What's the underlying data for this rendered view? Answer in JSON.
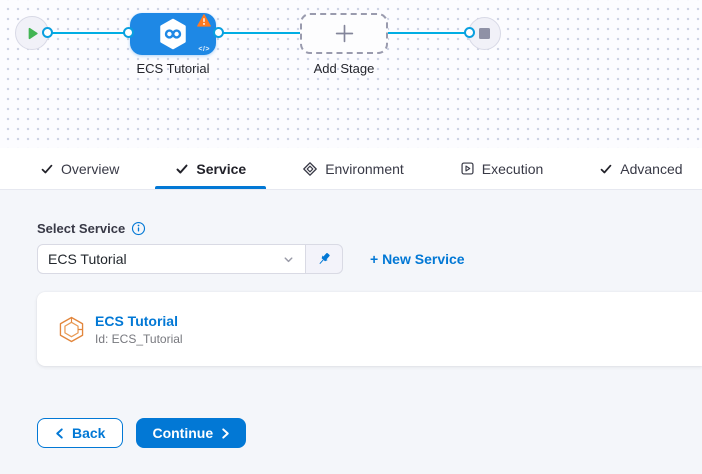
{
  "pipeline": {
    "stage_label": "ECS Tutorial",
    "add_stage_label": "Add Stage",
    "code_glyph": "</>"
  },
  "tabs": [
    {
      "label": "Overview",
      "icon": "check-icon",
      "active": false
    },
    {
      "label": "Service",
      "icon": "check-icon",
      "active": true
    },
    {
      "label": "Environment",
      "icon": "environment-icon",
      "active": false
    },
    {
      "label": "Execution",
      "icon": "execution-icon",
      "active": false
    },
    {
      "label": "Advanced",
      "icon": "check-icon",
      "active": false
    }
  ],
  "service_panel": {
    "label": "Select Service",
    "selected_service": "ECS Tutorial",
    "new_service_label": "+ New Service",
    "card": {
      "title": "ECS Tutorial",
      "id": "Id: ECS_Tutorial"
    }
  },
  "footer": {
    "back_label": "Back",
    "continue_label": "Continue"
  },
  "colors": {
    "primary_blue": "#0278d5",
    "stage_node_blue": "#1e88e5",
    "connector_cyan": "#00ade4",
    "warning_orange": "#ff7a21",
    "start_green": "#43b554",
    "card_icon_orange": "#e2863c"
  }
}
